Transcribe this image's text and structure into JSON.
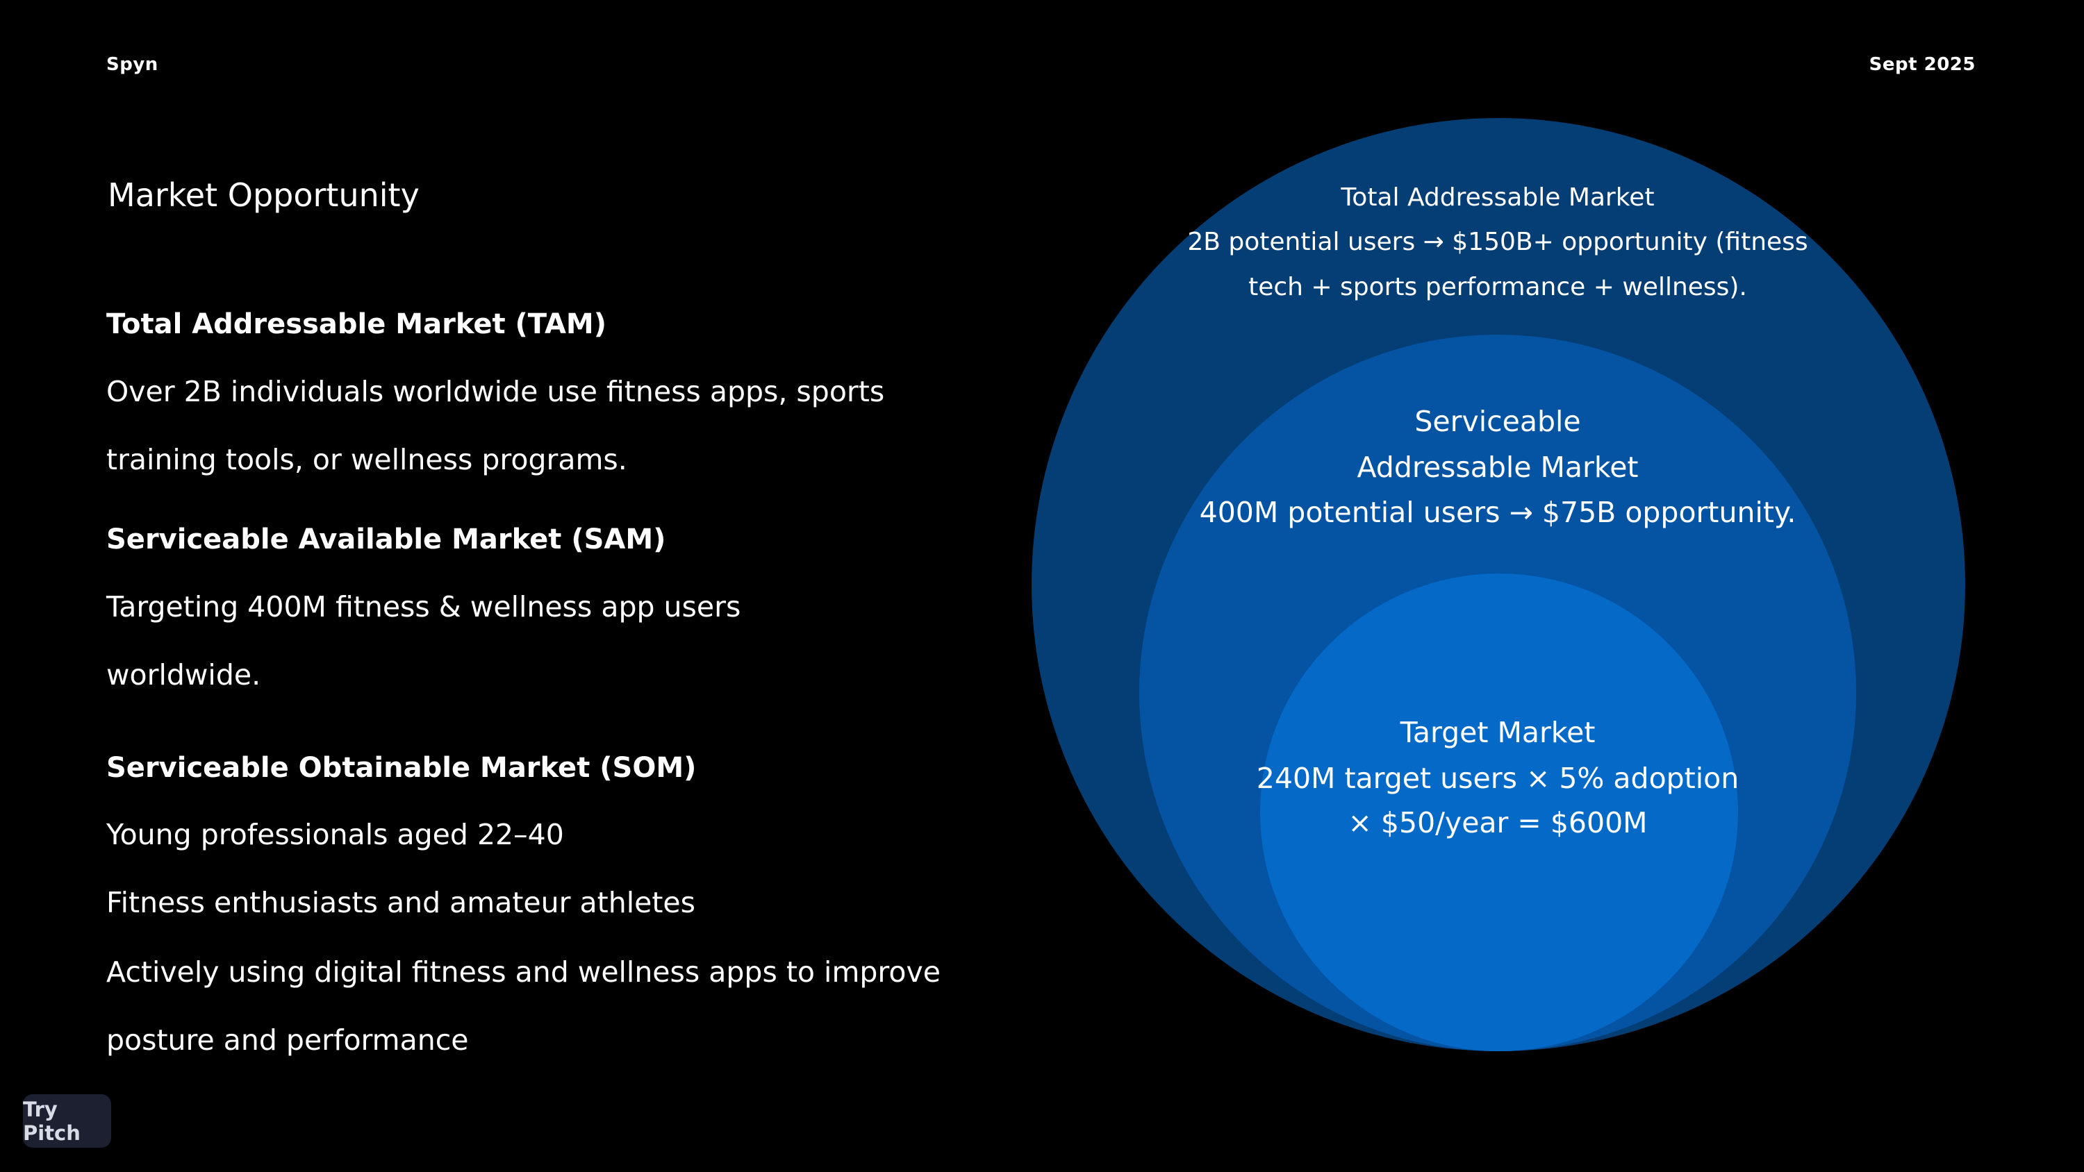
{
  "header": {
    "brand": "Spyn",
    "date": "Sept 2025"
  },
  "slide": {
    "title": "Market Opportunity",
    "sections": [
      {
        "heading": "Total Addressable Market (TAM)",
        "lines": [
          "Over 2B individuals worldwide use fitness apps, sports",
          "training tools, or wellness programs."
        ]
      },
      {
        "heading": "Serviceable Available Market (SAM)",
        "lines": [
          "Targeting 400M fitness & wellness app users",
          "worldwide."
        ]
      },
      {
        "heading": "Serviceable Obtainable Market (SOM)",
        "lines": [
          "Young professionals aged 22–40",
          "Fitness enthusiasts and amateur athletes",
          "Actively using digital fitness and wellness apps to improve",
          "posture and performance"
        ]
      }
    ]
  },
  "diagram": {
    "tam": {
      "lines": [
        "Total Addressable Market",
        "2B potential users → $150B+ opportunity (fitness",
        "tech + sports performance + wellness)."
      ],
      "color": "#053d75"
    },
    "sam": {
      "lines": [
        "Serviceable",
        "Addressable Market",
        "400M potential users → $75B opportunity."
      ],
      "color": "#0554a3"
    },
    "som": {
      "lines": [
        "Target Market",
        "240M target users × 5% adoption",
        "× $50/year = $600M"
      ],
      "color": "#0569c8"
    }
  },
  "footer": {
    "badge_label": "Try Pitch"
  }
}
